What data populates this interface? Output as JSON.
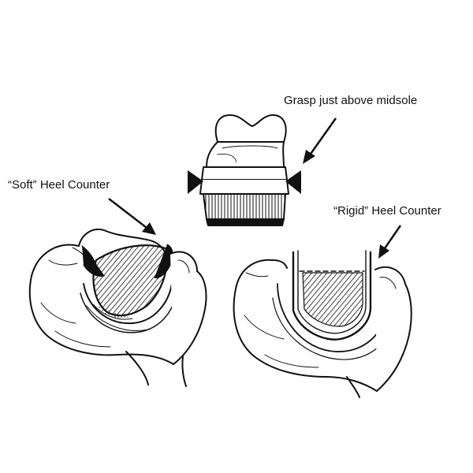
{
  "labels": {
    "grasp": "Grasp just above midsole",
    "soft": "“Soft” Heel Counter",
    "rigid": "“Rigid” Heel Counter"
  },
  "colors": {
    "ink": "#111111",
    "paper": "#ffffff"
  }
}
